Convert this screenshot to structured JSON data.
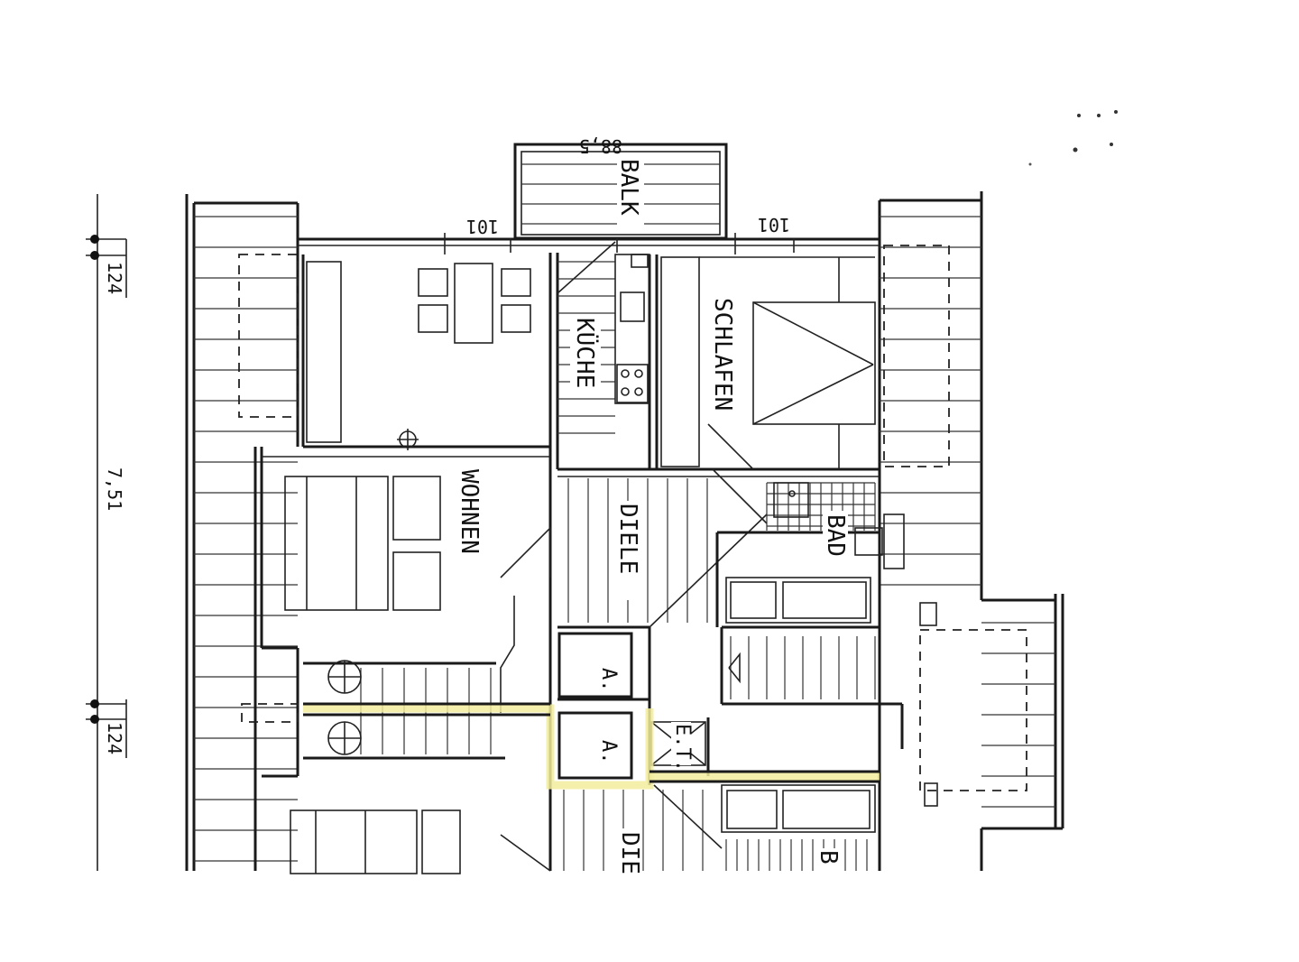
{
  "rooms": {
    "wohnen": "WOHNEN",
    "kueche": "KÜCHE",
    "schlafen": "SCHLAFEN",
    "diele": "DIELE",
    "diele_lower": "DIE",
    "bad": "BAD",
    "bad_lower": "B",
    "balkon": "BALK",
    "storage_1": "A.",
    "storage_2": "A.",
    "et": "E.T."
  },
  "dimensions": {
    "top_balcony": "88,5",
    "left_top": "101",
    "right_top": "101",
    "side_top": "124",
    "side_main": "7,51",
    "side_bottom": "124"
  },
  "colors": {
    "line": "#1a1a1a",
    "highlight": "#f2ec9b",
    "paper": "#ffffff"
  }
}
